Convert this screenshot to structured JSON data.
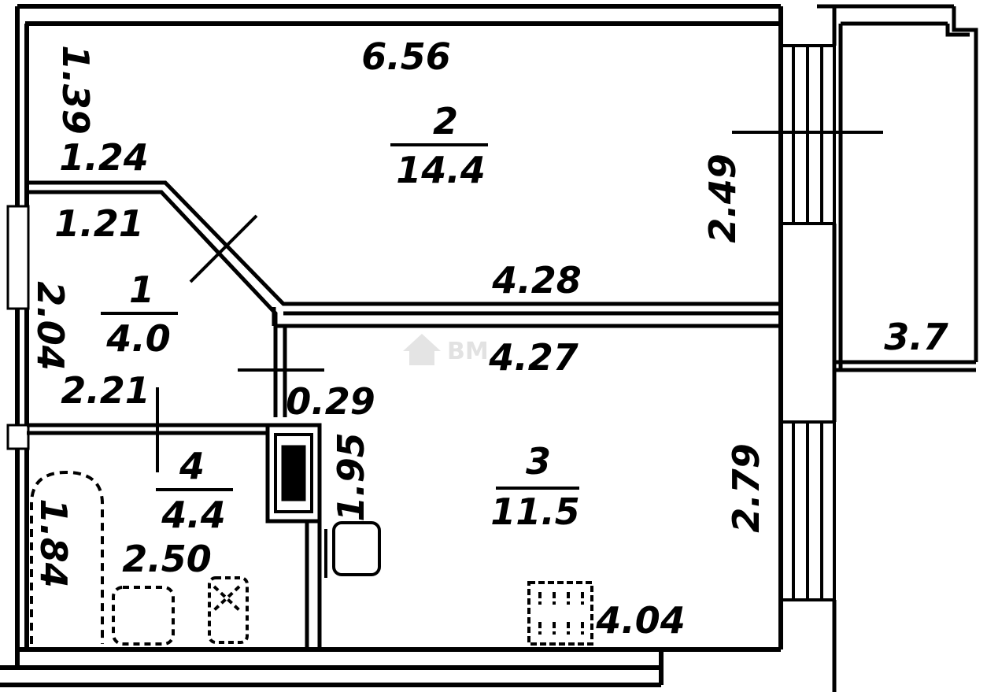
{
  "rooms": [
    {
      "number": "1",
      "area": "4.0"
    },
    {
      "number": "2",
      "area": "14.4"
    },
    {
      "number": "3",
      "area": "11.5"
    },
    {
      "number": "4",
      "area": "4.4"
    }
  ],
  "dimensions": {
    "top_width": "6.56",
    "left_top": "1.39",
    "hall_top_a": "1.24",
    "hall_top_b": "1.21",
    "right_room2": "2.49",
    "divider_top": "4.28",
    "divider_bottom": "4.27",
    "balcony": "3.7",
    "hall_left": "2.04",
    "hall_bottom": "2.21",
    "stub": "0.29",
    "shaft": "1.95",
    "right_room3": "2.79",
    "bath_left": "1.84",
    "bath_bottom": "2.50",
    "bottom_width": "4.04"
  },
  "watermark": "ВМ"
}
